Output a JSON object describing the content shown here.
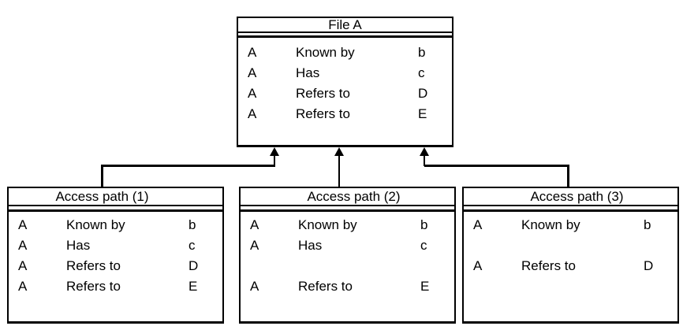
{
  "colors": {
    "line": "#000000",
    "background": "#ffffff",
    "text": "#000000"
  },
  "diagram": {
    "file_a": {
      "title": "File A",
      "rows": [
        {
          "subject": "A",
          "verb": "Known by",
          "object": "b"
        },
        {
          "subject": "A",
          "verb": "Has",
          "object": "c"
        },
        {
          "subject": "A",
          "verb": "Refers to",
          "object": "D"
        },
        {
          "subject": "A",
          "verb": "Refers to",
          "object": "E"
        }
      ]
    },
    "access_paths": [
      {
        "title": "Access path (1)",
        "rows": [
          {
            "subject": "A",
            "verb": "Known by",
            "object": "b"
          },
          {
            "subject": "A",
            "verb": "Has",
            "object": "c"
          },
          {
            "subject": "A",
            "verb": "Refers to",
            "object": "D"
          },
          {
            "subject": "A",
            "verb": "Refers to",
            "object": "E"
          }
        ]
      },
      {
        "title": "Access path (2)",
        "rows": [
          {
            "subject": "A",
            "verb": "Known by",
            "object": "b"
          },
          {
            "subject": "A",
            "verb": "Has",
            "object": "c"
          },
          {
            "subject": "",
            "verb": "",
            "object": ""
          },
          {
            "subject": "A",
            "verb": "Refers to",
            "object": "E"
          }
        ]
      },
      {
        "title": "Access path (3)",
        "rows": [
          {
            "subject": "A",
            "verb": "Known by",
            "object": "b"
          },
          {
            "subject": "",
            "verb": "",
            "object": ""
          },
          {
            "subject": "A",
            "verb": "Refers to",
            "object": "D"
          }
        ]
      }
    ]
  }
}
